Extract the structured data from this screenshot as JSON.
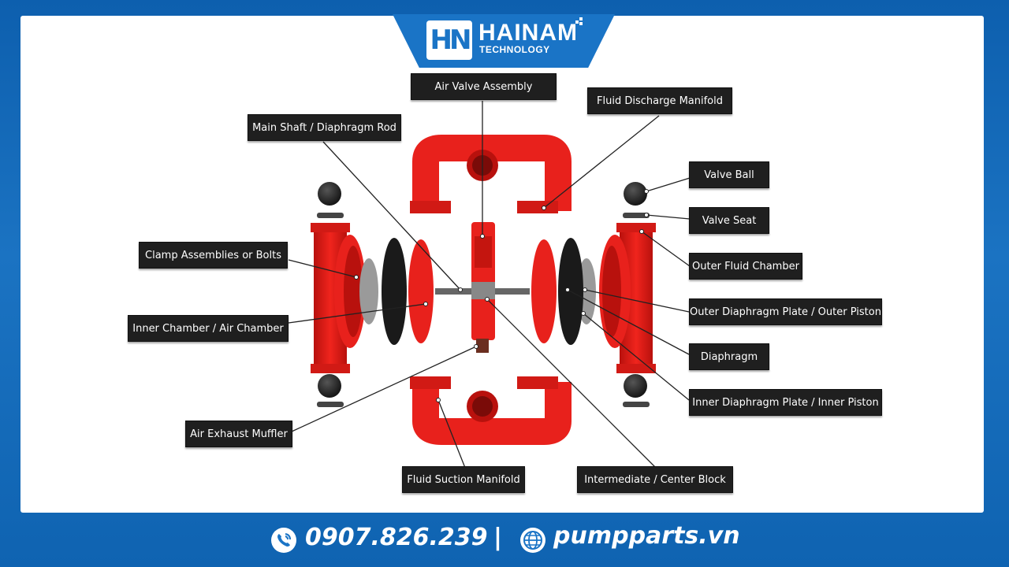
{
  "brand": {
    "name": "HAINAM",
    "subtitle": "TECHNOLOGY",
    "mark": "HN",
    "accent_color": "#1a74c6"
  },
  "diagram": {
    "part_color": "#e8211c",
    "labels": {
      "air_valve_assembly": "Air Valve Assembly",
      "fluid_discharge_manifold": "Fluid Discharge Manifold",
      "main_shaft": "Main Shaft / Diaphragm Rod",
      "valve_ball": "Valve Ball",
      "valve_seat": "Valve Seat",
      "outer_fluid_chamber": "Outer Fluid Chamber",
      "clamp_assemblies": "Clamp Assemblies or Bolts",
      "outer_diaphragm_plate": "Outer Diaphragm Plate / Outer Piston",
      "inner_chamber": "Inner Chamber / Air Chamber",
      "diaphragm": "Diaphragm",
      "inner_diaphragm_plate": "Inner Diaphragm Plate / Inner Piston",
      "air_exhaust_muffler": "Air Exhaust Muffler",
      "fluid_suction_manifold": "Fluid Suction Manifold",
      "center_block": "Intermediate / Center Block"
    }
  },
  "footer": {
    "phone": "0907.826.239",
    "separator": "|",
    "website": "pumpparts.vn",
    "phone_icon": "phone-icon",
    "globe_icon": "globe-icon"
  }
}
